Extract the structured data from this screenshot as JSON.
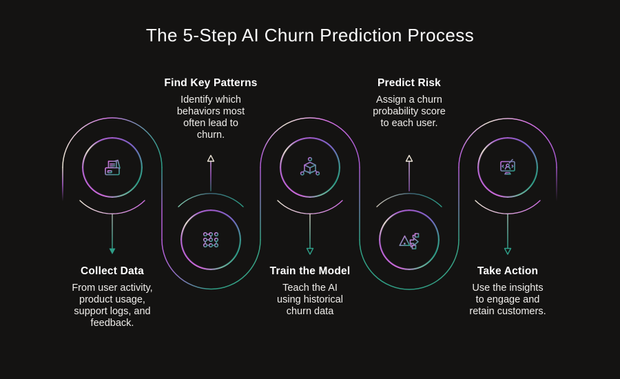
{
  "title": "The 5-Step AI Churn Prediction Process",
  "steps": [
    {
      "heading": "Collect Data",
      "description": "From user activity,\nproduct usage,\nsupport logs, and\nfeedback.",
      "icon": "folder-documents-icon",
      "label_position": "below"
    },
    {
      "heading": "Find Key Patterns",
      "description": "Identify which\nbehaviors most\noften lead to\nchurn.",
      "icon": "pattern-dots-icon",
      "label_position": "above"
    },
    {
      "heading": "Train the Model",
      "description": "Teach the AI\nusing historical\nchurn data",
      "icon": "cube-model-icon",
      "label_position": "below"
    },
    {
      "heading": "Predict Risk",
      "description": "Assign a churn\nprobability score\nto each user.",
      "icon": "risk-alert-arrow-icon",
      "label_position": "above"
    },
    {
      "heading": "Take Action",
      "description": "Use the insights\nto engage and\nretain customers.",
      "icon": "monitor-user-icon",
      "label_position": "below"
    }
  ],
  "colors": {
    "background": "#141312",
    "accent_purple": "#b55fd8",
    "accent_magenta": "#d874e4",
    "accent_teal": "#2e9f89",
    "accent_cream": "#ece4d6",
    "text_primary": "#ffffff",
    "text_secondary": "#efedea"
  }
}
